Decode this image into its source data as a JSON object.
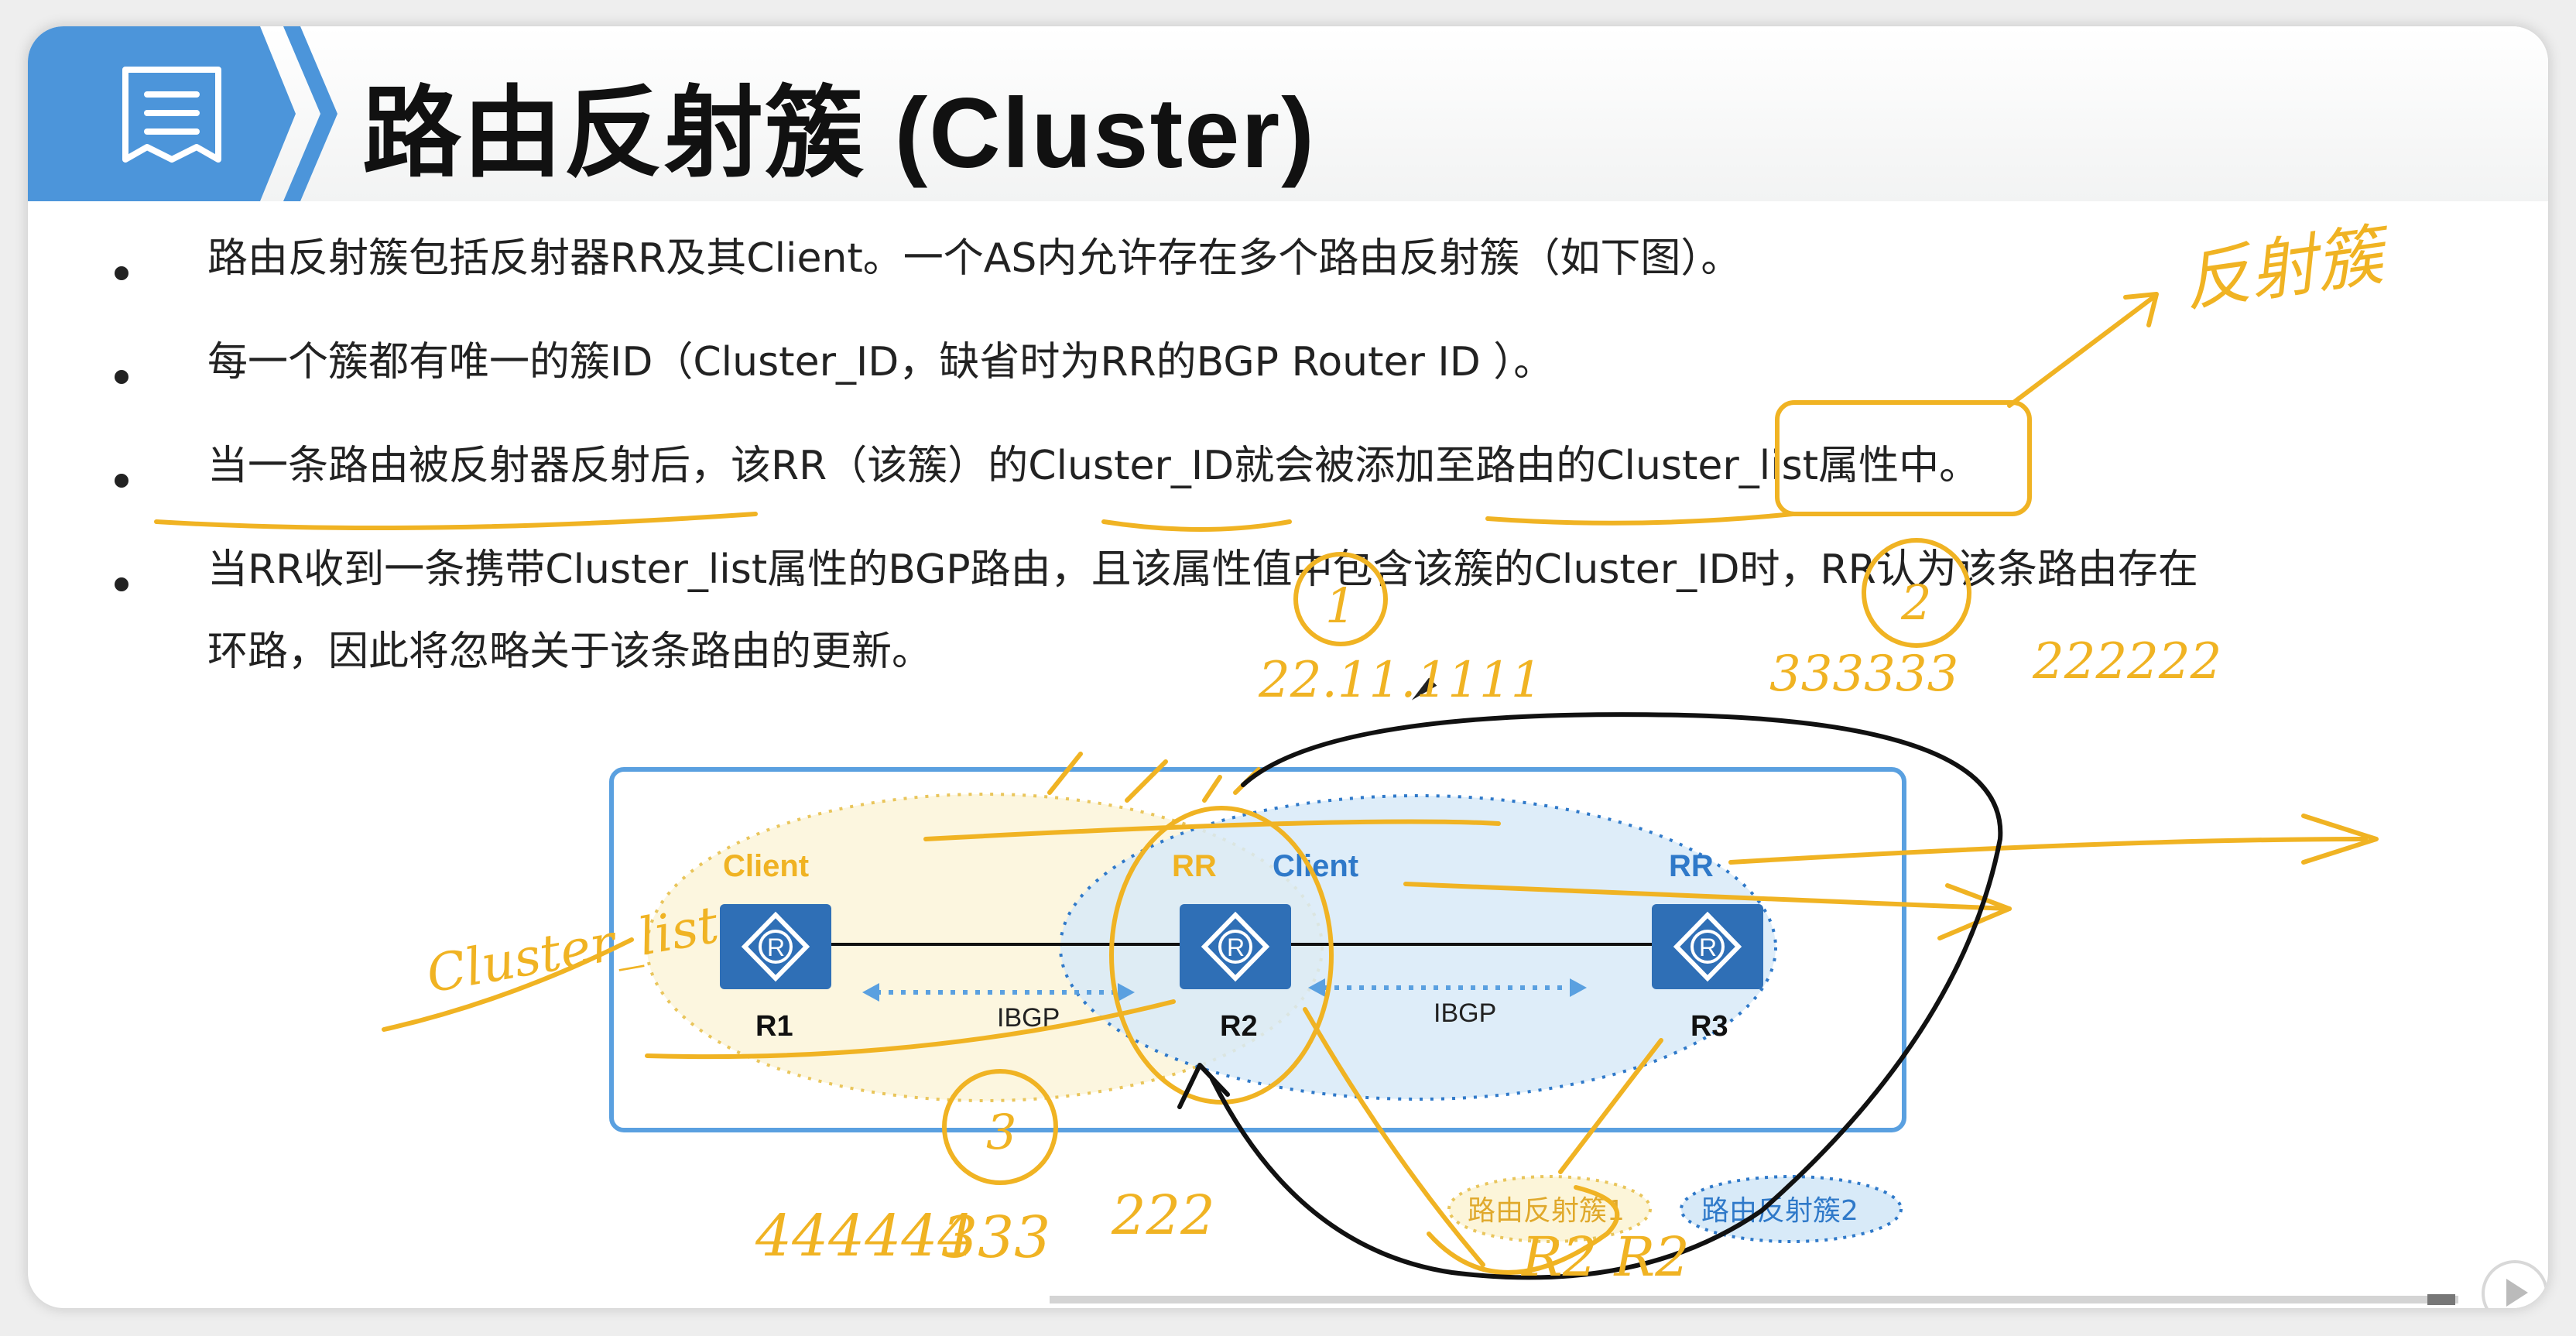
{
  "slide": {
    "title": "路由反射簇 (Cluster)",
    "bullets": [
      "路由反射簇包括反射器RR及其Client。一个AS内允许存在多个路由反射簇（如下图）。",
      "每一个簇都有唯一的簇ID（Cluster_ID，缺省时为RR的BGP Router ID ）。",
      "当一条路由被反射器反射后，该RR（该簇）的Cluster_ID就会被添加至路由的Cluster_list属性中。",
      "当RR收到一条携带Cluster_list属性的BGP路由，且该属性值中包含该簇的Cluster_ID时，RR认为该条路由存在",
      "环路，因此将忽略关于该条路由的更新。"
    ]
  },
  "diagram": {
    "routers": [
      {
        "name": "R1",
        "role": "Client"
      },
      {
        "name": "R2",
        "role": "RR"
      },
      {
        "name": "R3",
        "role": "RR"
      }
    ],
    "role_labels": {
      "r2_client": "Client"
    },
    "links": [
      {
        "label": "IBGP"
      },
      {
        "label": "IBGP"
      }
    ],
    "legend": [
      "路由反射簇1",
      "路由反射簇2"
    ]
  },
  "handwriting": {
    "top_right": "反射簇",
    "num1": "1",
    "num2": "2",
    "num3": "3",
    "scribble_a": "22.11.1111",
    "scribble_b": "333333",
    "scribble_c": "222222",
    "left_note": "Cluster_list",
    "bottom_a": "444444",
    "bottom_b": "333",
    "bottom_c": "222",
    "bottom_d": "R2 R2"
  },
  "colors": {
    "title_tab": "#4c95da",
    "router": "#2f6fb6",
    "frame": "#5aa0e0",
    "cluster1_fill": "#fcf5d9",
    "cluster2_fill": "#d8eaf8",
    "label_client": "#f0b323",
    "label_rr2": "#2f79c9",
    "ink_yellow": "#f0b323",
    "ink_black": "#111111"
  }
}
